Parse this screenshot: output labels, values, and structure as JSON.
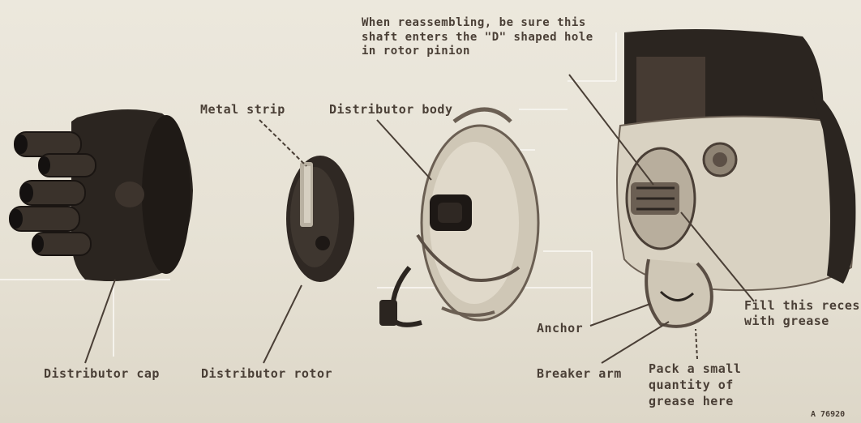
{
  "labels": {
    "distributor_cap": "Distributor cap",
    "metal_strip": "Metal strip",
    "distributor_rotor": "Distributor rotor",
    "distributor_body": "Distributor body",
    "reassembly_note": "When reassembling, be sure this\nshaft enters the \"D\" shaped hole\nin rotor pinion",
    "anchor": "Anchor",
    "breaker_arm": "Breaker arm",
    "fill_recess": "Fill this recess\nwith grease",
    "pack_grease": "Pack a small\nquantity of\ngrease here",
    "figure_id": "A 76920"
  },
  "colors": {
    "paper": "#e9e4d8",
    "ink": "#4a3f36",
    "part_dark": "#2b2520",
    "part_light": "#d9d2c2"
  }
}
